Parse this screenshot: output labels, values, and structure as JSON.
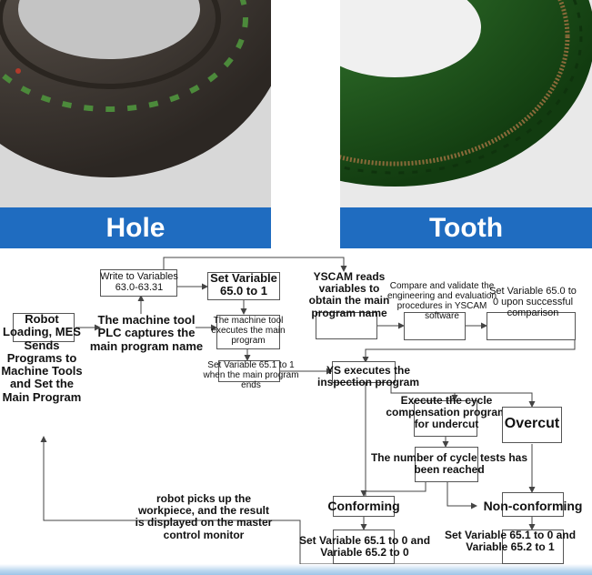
{
  "panels": {
    "left": {
      "label": "Hole",
      "image": "brake-disc-render",
      "color": "#3a3530"
    },
    "right": {
      "label": "Tooth",
      "image": "green-flywheel-render",
      "color": "#1f5a1c"
    }
  },
  "colors": {
    "banner": "#1f6cc0",
    "line": "#444444"
  },
  "flow": {
    "robot_loading": "Robot Loading, MES Sends Programs to Machine Tools and Set the Main Program",
    "write_variables": "Write to Variables 63.0-63.31",
    "plc_captures": "The machine tool PLC captures the main program name",
    "set_65_0_to_1": "Set Variable 65.0 to 1",
    "executes_main": "The machine tool executes the main program",
    "set_65_1_to_1": "Set Variable 65.1 to 1 when the main program ends",
    "yscam_reads": "YSCAM reads variables to obtain the main program name",
    "compare_validate": "Compare and validate the engineering and evaluation procedures in YSCAM software",
    "set_65_0_to_0": "Set Variable 65.0 to 0 upon successful comparison",
    "ys_executes": "YS executes the inspection program",
    "cycle_comp": "Execute the cycle compensation program for undercut",
    "overcut": "Overcut",
    "cycle_tests": "The number of cycle tests has been reached",
    "conforming": "Conforming",
    "non_conforming": "Non-conforming",
    "robot_picks": "robot picks up the workpiece, and the result is displayed on the master control monitor",
    "set_conf": "Set Variable 65.1 to 0 and Variable 65.2 to 0",
    "set_nonconf": "Set Variable 65.1 to 0 and Variable 65.2 to 1"
  }
}
